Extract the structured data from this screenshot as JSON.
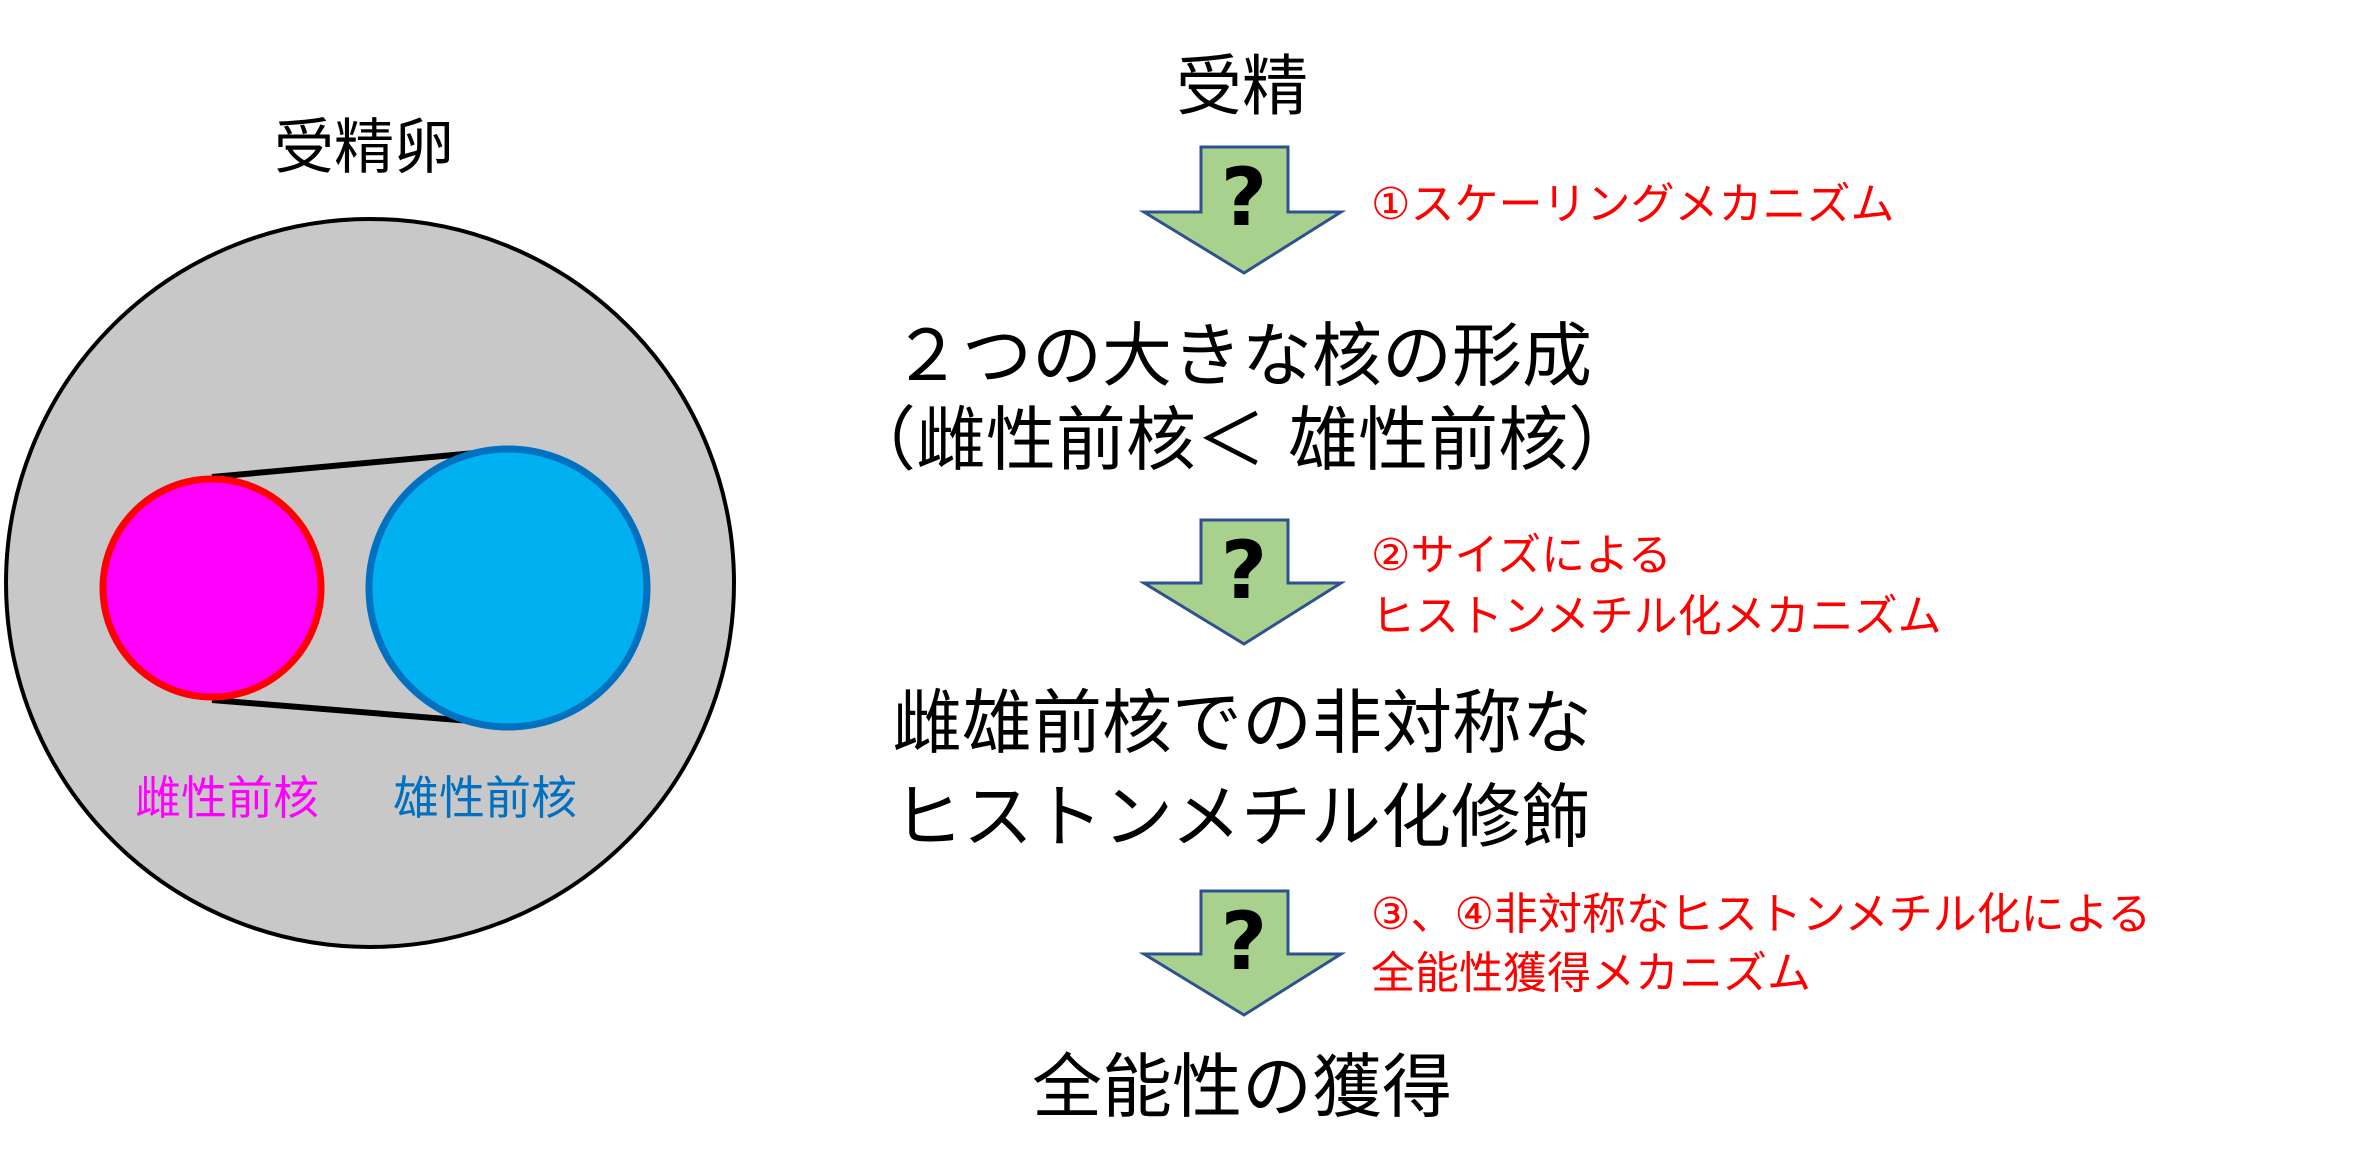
{
  "egg": {
    "title": "受精卵",
    "female_label": "雌性前核",
    "male_label": "雄性前核",
    "colors": {
      "cytoplasm": "#c8c8c8",
      "female_fill": "#ff00ff",
      "female_stroke": "#ff0000",
      "male_fill": "#00b0f0",
      "male_stroke": "#0070c0",
      "female_text": "#ff00ff",
      "male_text": "#0070c0"
    }
  },
  "flow": {
    "step1": "受精",
    "step2_line1": "２つの大きな核の形成",
    "step2_line2": "（雌性前核＜ 雄性前核）",
    "step3_line1": "雌雄前核での非対称な",
    "step3_line2": "ヒストンメチル化修飾",
    "step4": "全能性の獲得",
    "arrow_symbol": "?",
    "arrow_color": "#a9d18e",
    "mechanisms": {
      "m1": "①スケーリングメカニズム",
      "m2_line1": "②サイズによる",
      "m2_line2": "ヒストンメチル化メカニズム",
      "m3_line1": "③、④非対称なヒストンメチル化による",
      "m3_line2": "全能性獲得メカニズム"
    }
  }
}
